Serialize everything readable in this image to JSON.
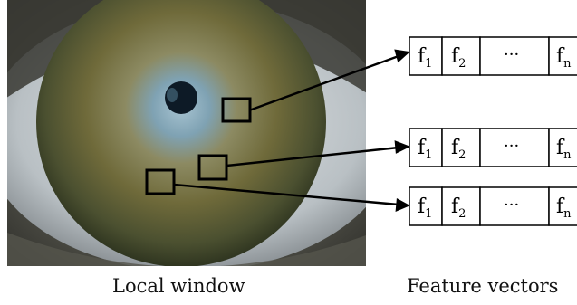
{
  "captions": {
    "left": "Local window",
    "right": "Feature vectors"
  },
  "feature_vectors": [
    {
      "cells": [
        {
          "base": "f",
          "sub": "1"
        },
        {
          "base": "f",
          "sub": "2"
        },
        {
          "base": "···",
          "sub": ""
        },
        {
          "base": "f",
          "sub": "n"
        }
      ]
    },
    {
      "cells": [
        {
          "base": "f",
          "sub": "1"
        },
        {
          "base": "f",
          "sub": "2"
        },
        {
          "base": "···",
          "sub": ""
        },
        {
          "base": "f",
          "sub": "n"
        }
      ]
    },
    {
      "cells": [
        {
          "base": "f",
          "sub": "1"
        },
        {
          "base": "f",
          "sub": "2"
        },
        {
          "base": "···",
          "sub": ""
        },
        {
          "base": "f",
          "sub": "n"
        }
      ]
    }
  ],
  "colors": {
    "iris_outer": "#3f4a2c",
    "iris_mid": "#6b6a3c",
    "iris_inner": "#8aa0a8",
    "pupil": "#0d1a26",
    "sclera": "#c8cfd3",
    "skin": "#4a4a42",
    "stroke": "#000000"
  }
}
